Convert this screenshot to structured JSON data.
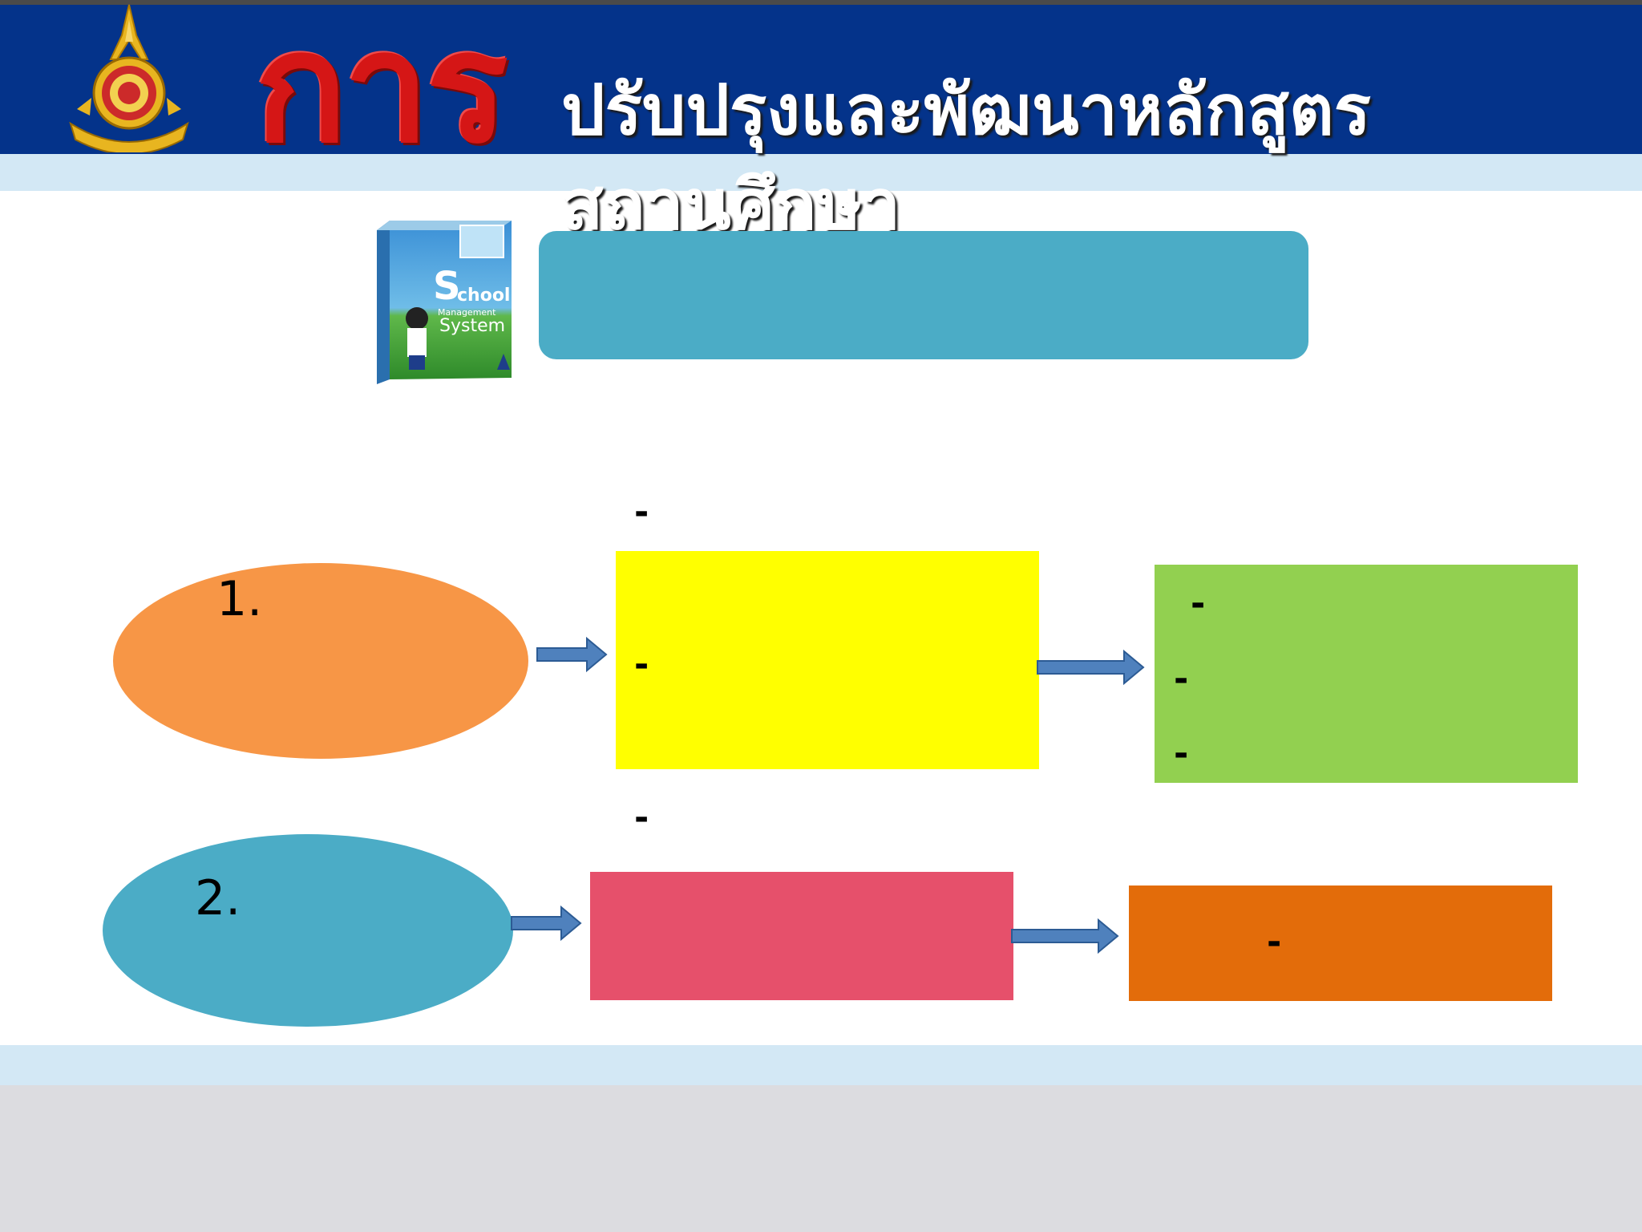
{
  "slide": {
    "title_prefix": "การ",
    "title_line1": "ปรับปรุงและพัฒนาหลักสูตร",
    "title_line2": "สถานศึกษา"
  },
  "software_box": {
    "title_initial": "S",
    "title_rest": "chool",
    "line2": "Management",
    "line3": "System"
  },
  "flow": {
    "row1": {
      "number": "1.",
      "dash_above": "-",
      "dash_middle": "-",
      "dash_below": "-",
      "right_dashes": [
        "-",
        "-",
        "-"
      ]
    },
    "row2": {
      "number": "2.",
      "right_dash": "-"
    }
  },
  "colors": {
    "header": "#04338a",
    "title_red": "#d51616",
    "banner_teal": "#4bacc6",
    "oval_orange": "#f79646",
    "rect_yellow": "#ffff00",
    "rect_green": "#92d050",
    "rect_red": "#e6506b",
    "rect_orange": "#e36c0a",
    "arrow_blue": "#4f81bd"
  }
}
